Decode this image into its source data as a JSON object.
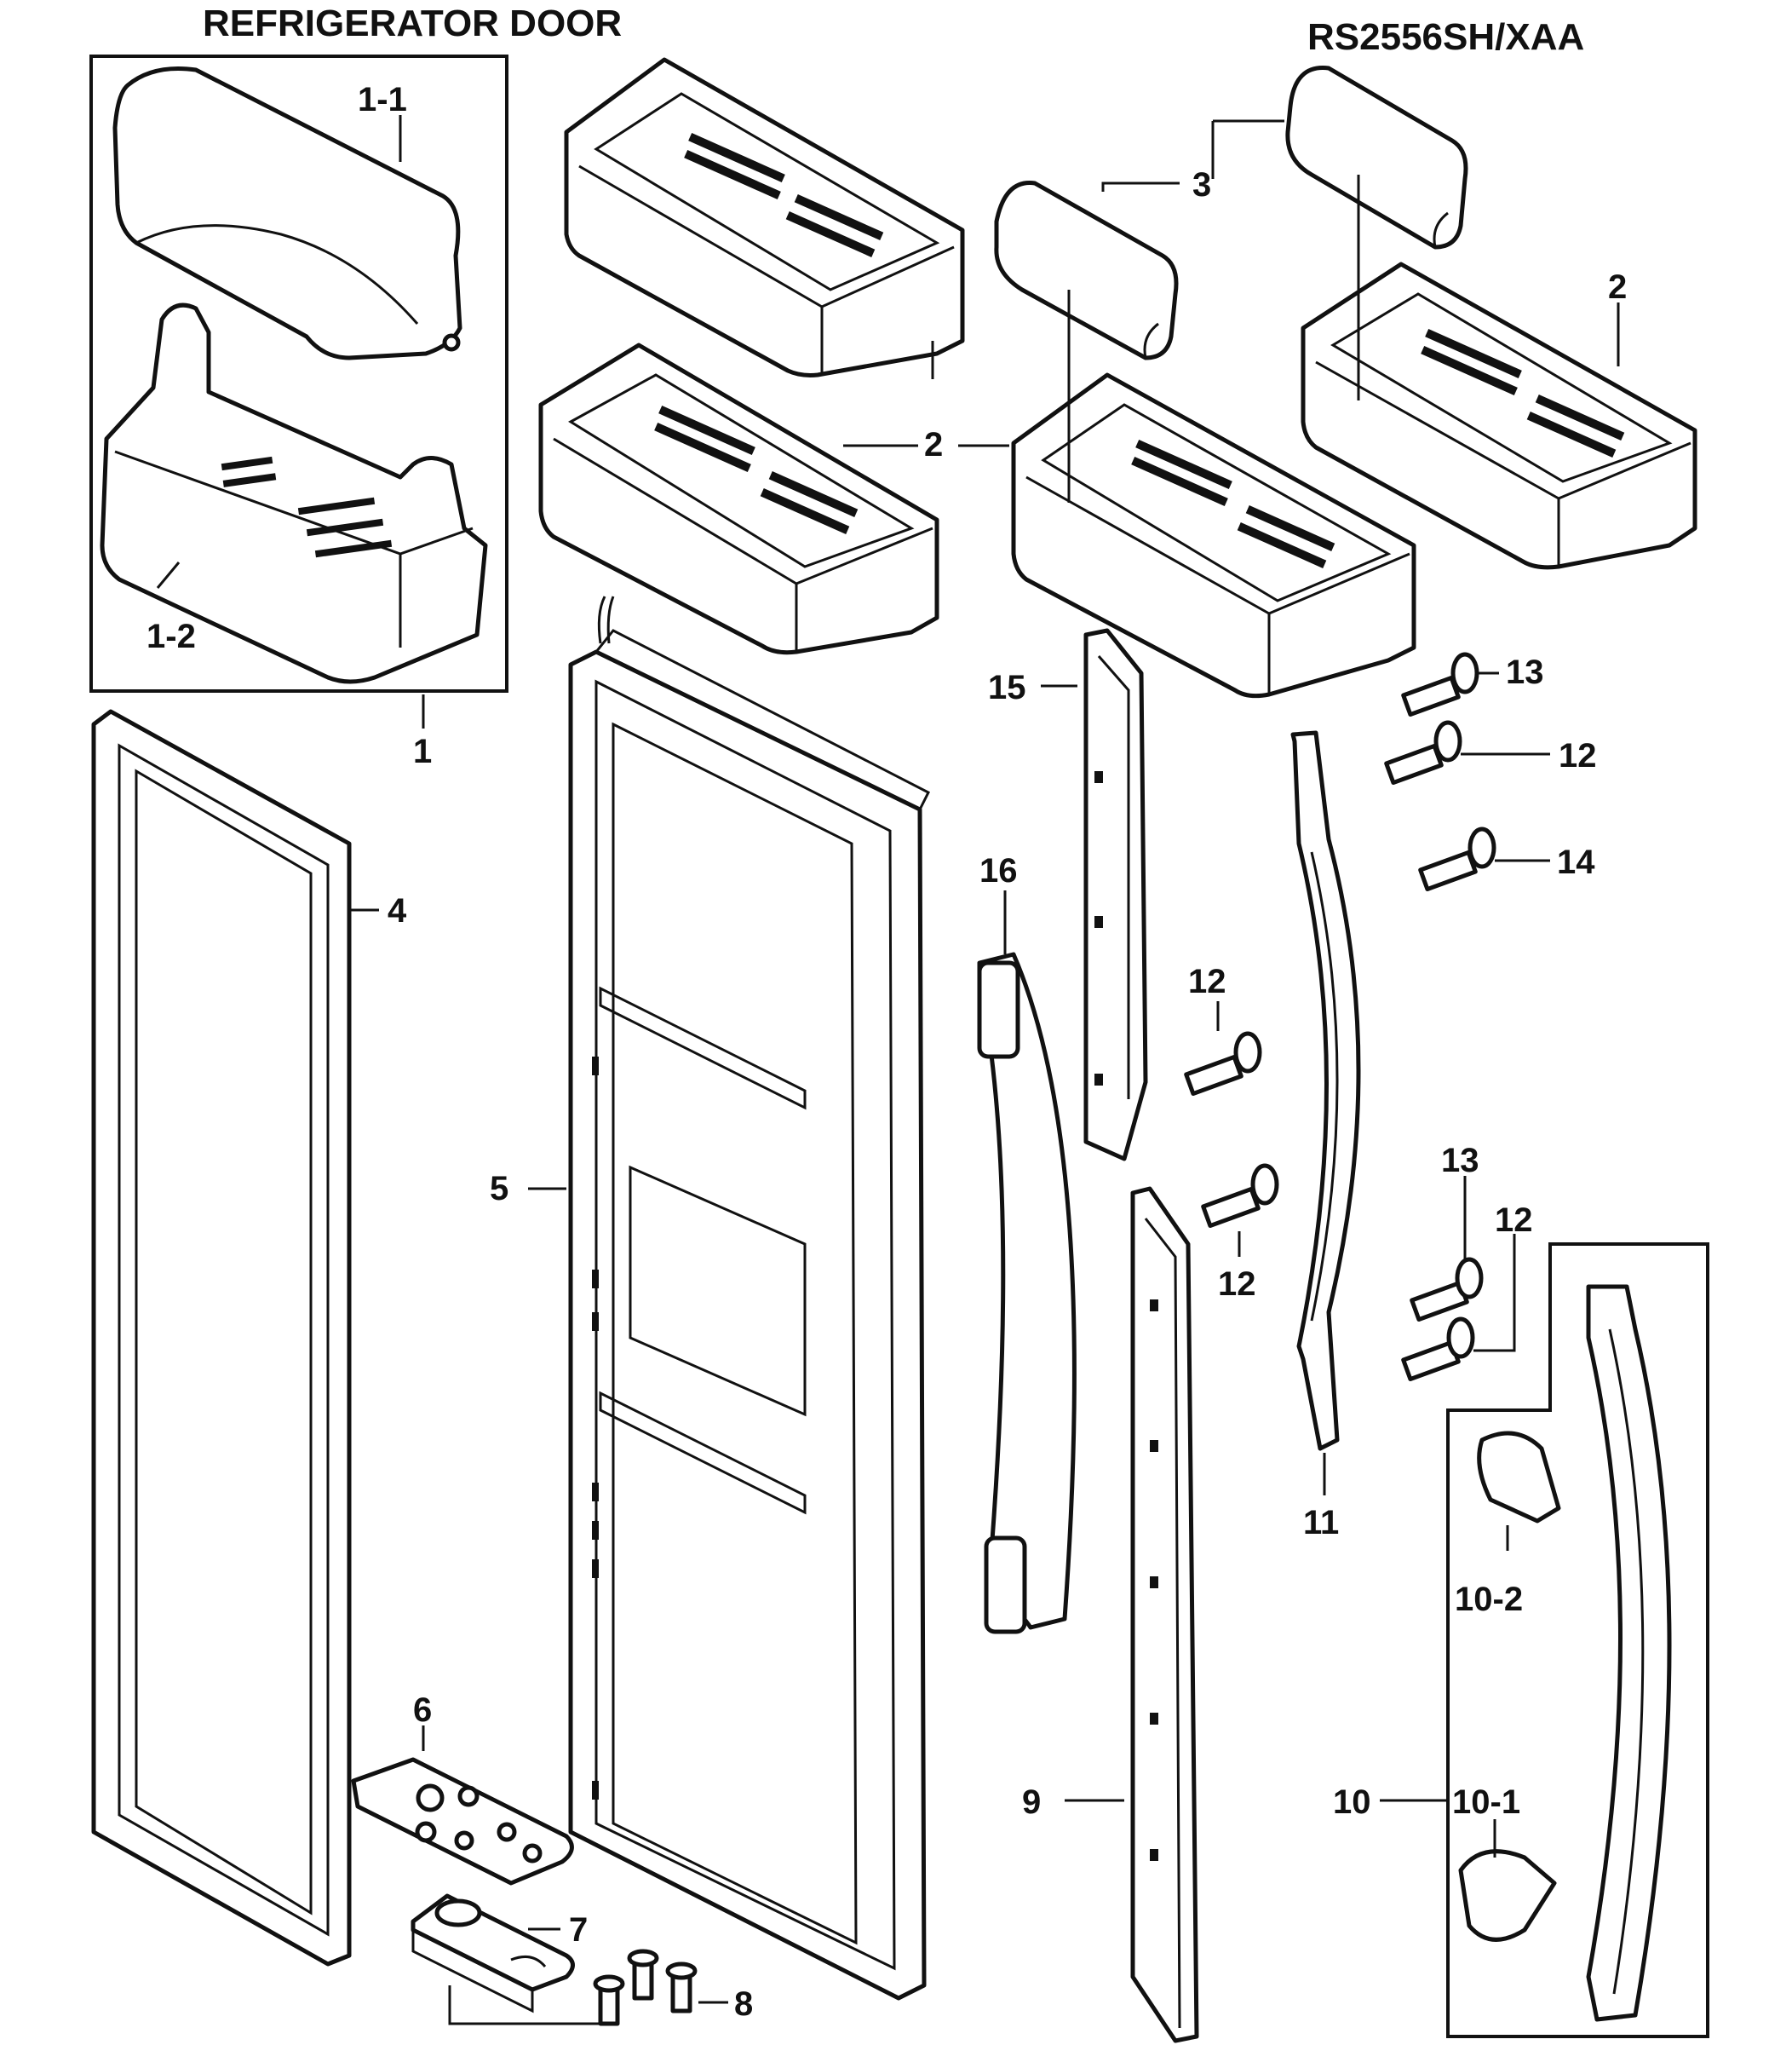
{
  "header": {
    "title": "REFRIGERATOR DOOR",
    "model": "RS2556SH/XAA"
  },
  "callouts": {
    "c1_1": "1-1",
    "c1_2": "1-2",
    "c1": "1",
    "c2a": "2",
    "c2b": "2",
    "c3": "3",
    "c4": "4",
    "c5": "5",
    "c6": "6",
    "c7": "7",
    "c8": "8",
    "c9": "9",
    "c10": "10",
    "c10_1": "10-1",
    "c10_2": "10-2",
    "c11": "11",
    "c12a": "12",
    "c12b": "12",
    "c12c": "12",
    "c12d": "12",
    "c13a": "13",
    "c13b": "13",
    "c14": "14",
    "c15": "15",
    "c16": "16"
  }
}
